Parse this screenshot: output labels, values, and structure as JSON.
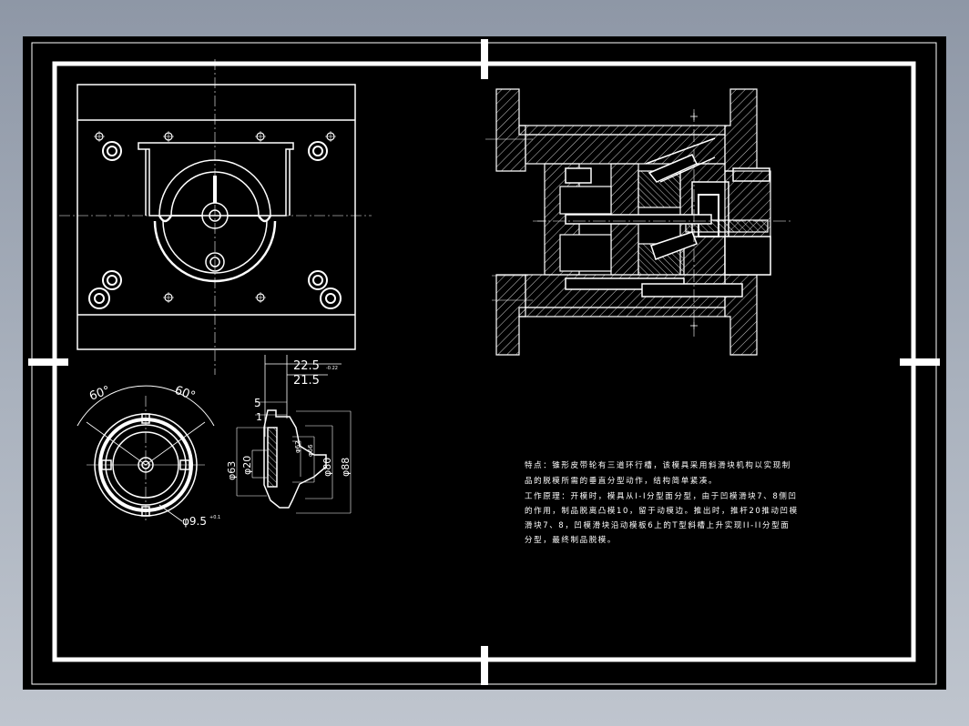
{
  "drawing": {
    "dims": {
      "d225": "22.5",
      "d225_tol": "-0.22",
      "d215": "21.5",
      "d5": "5",
      "d1": "1",
      "phi63": "φ63",
      "phi20": "φ20",
      "phi62": "φ62",
      "phi66": "φ66",
      "phi80": "φ80",
      "phi88": "φ88",
      "phi95": "φ9.5",
      "phi95_tol": "+0.1",
      "angle_left": "60°",
      "angle_right": "60°"
    },
    "notes": [
      "特点：锥形皮带轮有三道环行槽，该模具采用斜滑块机构以实现制",
      "品的脱模所需的垂直分型动作，结构简单紧凑。",
      "工作原理：开模时，模具从I-I分型面分型，由于凹模滑块7、8侧凹",
      "的作用，制品脱离凸模10，留于动模边。推出时，推杆20推动凹模",
      "滑块7、8，凹模滑块沿动模板6上的T型斜槽上升实现II-II分型面",
      "分型，最终制品脱模。"
    ]
  }
}
